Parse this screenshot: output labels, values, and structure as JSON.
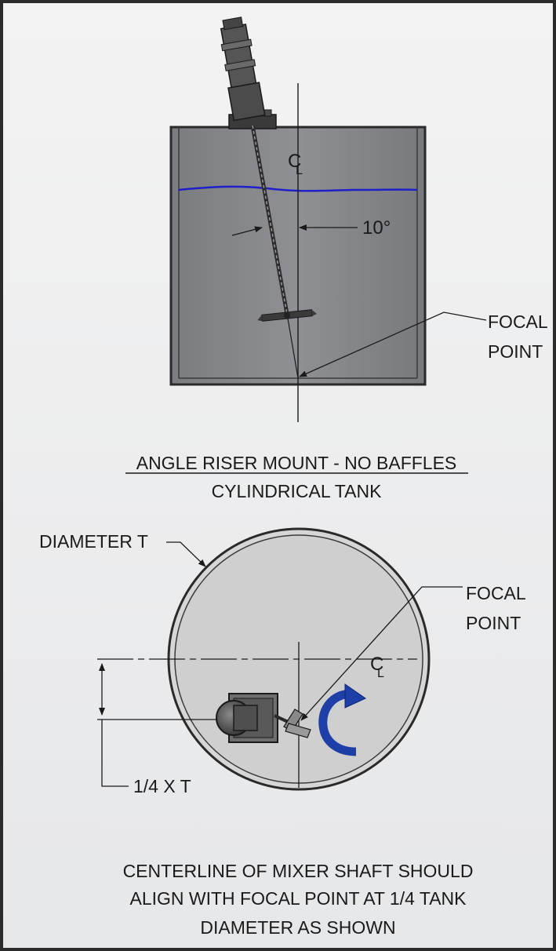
{
  "side_view": {
    "angle_label": "10°",
    "cl_symbol": "C",
    "cl_sub": "L",
    "focal_line1": "FOCAL",
    "focal_line2": "POINT",
    "caption_title": "ANGLE RISER MOUNT - NO BAFFLES",
    "caption_sub": "CYLINDRICAL TANK"
  },
  "top_view": {
    "diameter_label": "DIAMETER T",
    "focal_line1": "FOCAL",
    "focal_line2": "POINT",
    "cl_symbol": "C",
    "cl_sub": "L",
    "offset_label": "1/4 X T"
  },
  "note": {
    "line1": "CENTERLINE OF MIXER SHAFT SHOULD",
    "line2": "ALIGN WITH FOCAL POINT AT 1/4 TANK",
    "line3": "DIAMETER AS SHOWN"
  },
  "colors": {
    "liquid_level": "#2020c8",
    "rotation_arrow": "#1f3fa8",
    "tank_wall": "#2a2a2a"
  }
}
